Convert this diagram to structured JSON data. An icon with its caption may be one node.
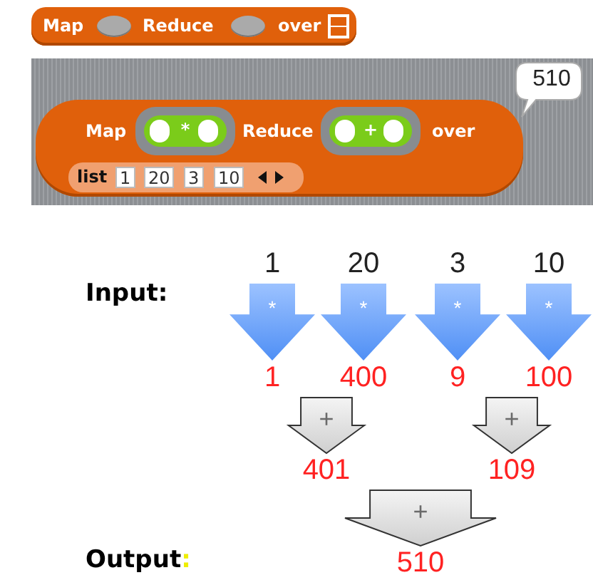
{
  "diagram": {
    "nodes": [
      {
        "text": [
          "Map",
          "Reduce",
          "over"
        ]
      },
      {
        "text": [
          "Map",
          "Reduce",
          "over"
        ]
      },
      {
        "text": [
          "*"
        ],
        "in": 1
      },
      {
        "text": [
          "+"
        ],
        "in": 1
      },
      {
        "text": [
          "list",
          "1",
          "20",
          "3",
          "10"
        ],
        "in": 1
      },
      {
        "text": [
          "510"
        ]
      },
      {
        "text": [
          "1"
        ]
      },
      {
        "text": [
          "20"
        ]
      },
      {
        "text": [
          "3"
        ]
      },
      {
        "text": [
          "10"
        ]
      },
      {
        "text": [
          "1"
        ]
      },
      {
        "text": [
          "400"
        ]
      },
      {
        "text": [
          "9"
        ]
      },
      {
        "text": [
          "100"
        ]
      },
      {
        "text": [
          "401"
        ]
      },
      {
        "text": [
          "109"
        ]
      },
      {
        "text": [
          "510"
        ]
      }
    ],
    "edges": [
      {
        "from": 6,
        "to": 10,
        "arrow": "to",
        "label": "*"
      },
      {
        "from": 7,
        "to": 11,
        "arrow": "to",
        "label": "*"
      },
      {
        "from": 8,
        "to": 12,
        "arrow": "to",
        "label": "*"
      },
      {
        "from": 9,
        "to": 13,
        "arrow": "to",
        "label": "*"
      },
      {
        "from": 10,
        "to": 14,
        "arrow": "to",
        "label": "+"
      },
      {
        "from": 11,
        "to": 14,
        "arrow": "to"
      },
      {
        "from": 12,
        "to": 15,
        "arrow": "to",
        "label": "+"
      },
      {
        "from": 13,
        "to": 15,
        "arrow": "to"
      },
      {
        "from": 14,
        "to": 16,
        "arrow": "to",
        "label": "+"
      },
      {
        "from": 15,
        "to": 16,
        "arrow": "to"
      }
    ],
    "labels": [
      "Input:",
      "Output:"
    ]
  }
}
